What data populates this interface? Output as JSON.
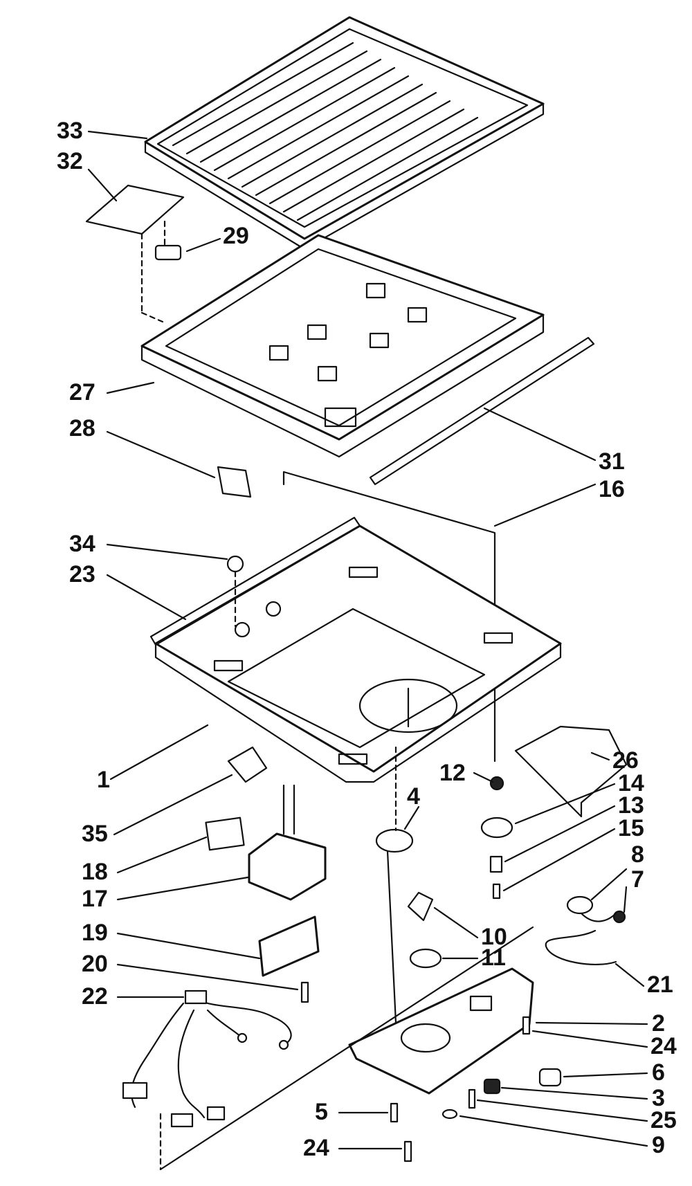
{
  "colors": {
    "ink": "#111111",
    "paper": "#ffffff"
  },
  "callouts": [
    {
      "id": "c33",
      "text": "33"
    },
    {
      "id": "c32",
      "text": "32"
    },
    {
      "id": "c29",
      "text": "29"
    },
    {
      "id": "c27",
      "text": "27"
    },
    {
      "id": "c28",
      "text": "28"
    },
    {
      "id": "c31",
      "text": "31"
    },
    {
      "id": "c16",
      "text": "16"
    },
    {
      "id": "c34",
      "text": "34"
    },
    {
      "id": "c23",
      "text": "23"
    },
    {
      "id": "c26",
      "text": "26"
    },
    {
      "id": "c1",
      "text": "1"
    },
    {
      "id": "c12",
      "text": "12"
    },
    {
      "id": "c14",
      "text": "14"
    },
    {
      "id": "c13",
      "text": "13"
    },
    {
      "id": "c15",
      "text": "15"
    },
    {
      "id": "c4",
      "text": "4"
    },
    {
      "id": "c35",
      "text": "35"
    },
    {
      "id": "c8",
      "text": "8"
    },
    {
      "id": "c7",
      "text": "7"
    },
    {
      "id": "c18",
      "text": "18"
    },
    {
      "id": "c17",
      "text": "17"
    },
    {
      "id": "c10",
      "text": "10"
    },
    {
      "id": "c11",
      "text": "11"
    },
    {
      "id": "c19",
      "text": "19"
    },
    {
      "id": "c21",
      "text": "21"
    },
    {
      "id": "c20",
      "text": "20"
    },
    {
      "id": "c22",
      "text": "22"
    },
    {
      "id": "c2",
      "text": "2"
    },
    {
      "id": "c24a",
      "text": "24"
    },
    {
      "id": "c6",
      "text": "6"
    },
    {
      "id": "c3",
      "text": "3"
    },
    {
      "id": "c25",
      "text": "25"
    },
    {
      "id": "c5",
      "text": "5"
    },
    {
      "id": "c9",
      "text": "9"
    },
    {
      "id": "c24b",
      "text": "24"
    }
  ]
}
